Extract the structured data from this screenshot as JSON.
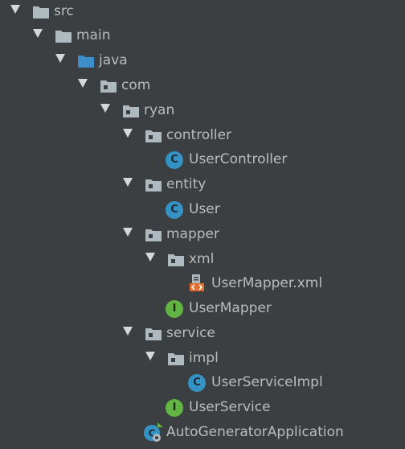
{
  "tree": [
    {
      "label": "src",
      "type": "folder",
      "expanded": true
    },
    {
      "label": "main",
      "type": "folder",
      "expanded": true
    },
    {
      "label": "java",
      "type": "source-folder",
      "expanded": true
    },
    {
      "label": "com",
      "type": "package",
      "expanded": true
    },
    {
      "label": "ryan",
      "type": "package",
      "expanded": true
    },
    {
      "label": "controller",
      "type": "package",
      "expanded": true
    },
    {
      "label": "UserController",
      "type": "class",
      "icon_letter": "C"
    },
    {
      "label": "entity",
      "type": "package",
      "expanded": true
    },
    {
      "label": "User",
      "type": "class",
      "icon_letter": "C"
    },
    {
      "label": "mapper",
      "type": "package",
      "expanded": true
    },
    {
      "label": "xml",
      "type": "package",
      "expanded": true
    },
    {
      "label": "UserMapper.xml",
      "type": "xml-file"
    },
    {
      "label": "UserMapper",
      "type": "interface",
      "icon_letter": "I"
    },
    {
      "label": "service",
      "type": "package",
      "expanded": true
    },
    {
      "label": "impl",
      "type": "package",
      "expanded": true
    },
    {
      "label": "UserServiceImpl",
      "type": "class",
      "icon_letter": "C"
    },
    {
      "label": "UserService",
      "type": "interface",
      "icon_letter": "I"
    },
    {
      "label": "AutoGeneratorApplication",
      "type": "spring-boot-class"
    }
  ],
  "colors": {
    "background": "#3c3f41",
    "text": "#bbbbbb",
    "folder": "#aeb9c0",
    "source_folder": "#3d8fc9",
    "class_icon": "#3592c4",
    "interface_icon": "#62b543",
    "xml_icon": "#e06d2b"
  }
}
